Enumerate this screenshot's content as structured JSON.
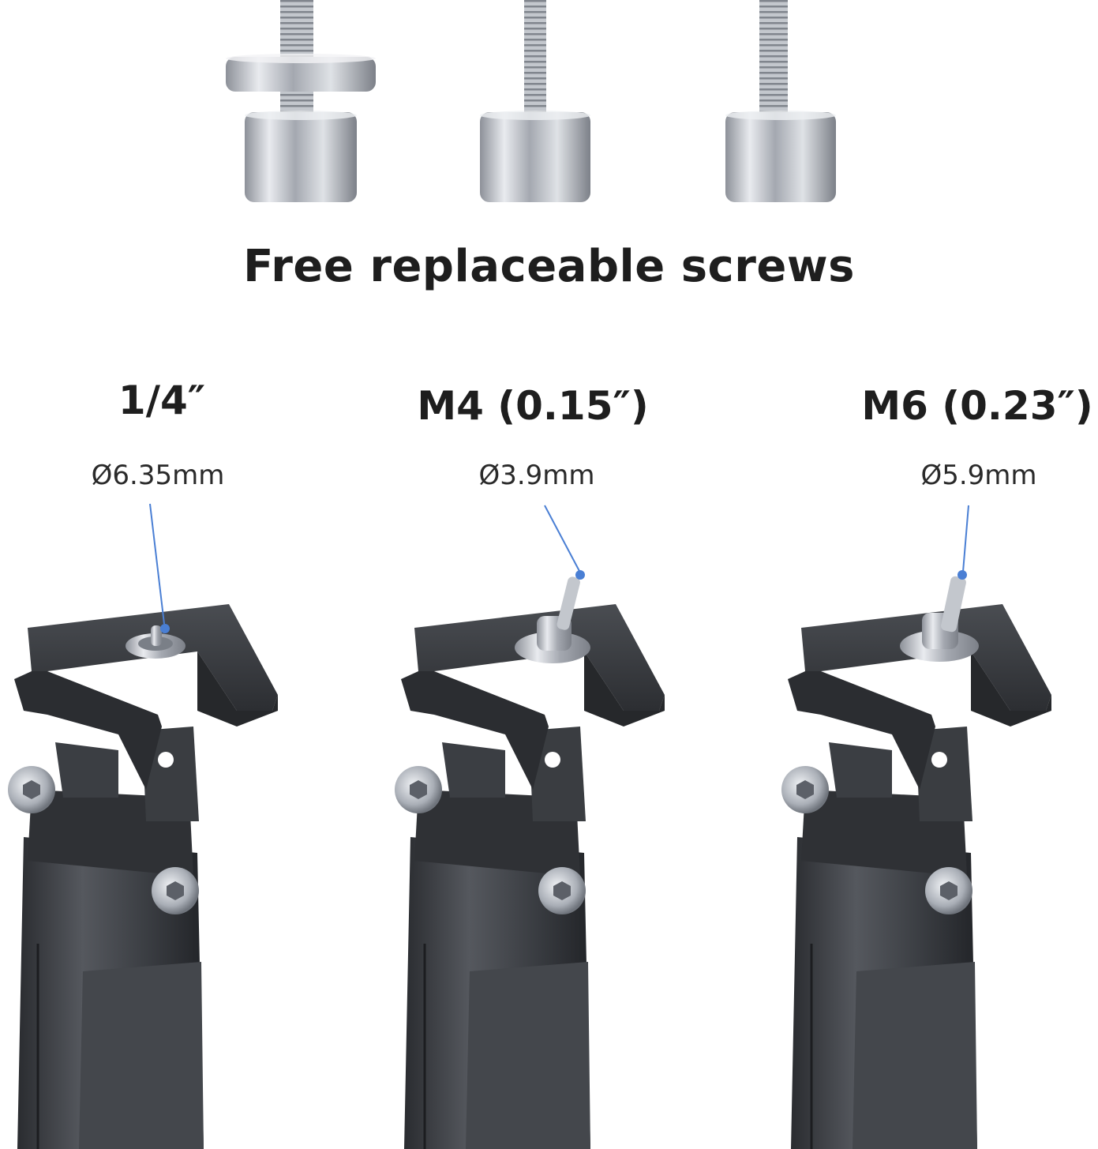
{
  "headline": "Free replaceable screws",
  "columns": [
    {
      "label": "1/4″",
      "diameter": "Ø6.35mm",
      "part": "thumb-screw-with-washer"
    },
    {
      "label": "M4 (0.15″)",
      "diameter": "Ø3.9mm",
      "part": "thumb-screw"
    },
    {
      "label": "M6 (0.23″)",
      "diameter": "Ø5.9mm",
      "part": "thumb-screw"
    }
  ],
  "colors": {
    "background": "#ffffff",
    "text": "#1e1e1e",
    "callout_line": "#4a7fd4",
    "metal": "#b8bcc4",
    "bracket": "#3a3c40"
  }
}
